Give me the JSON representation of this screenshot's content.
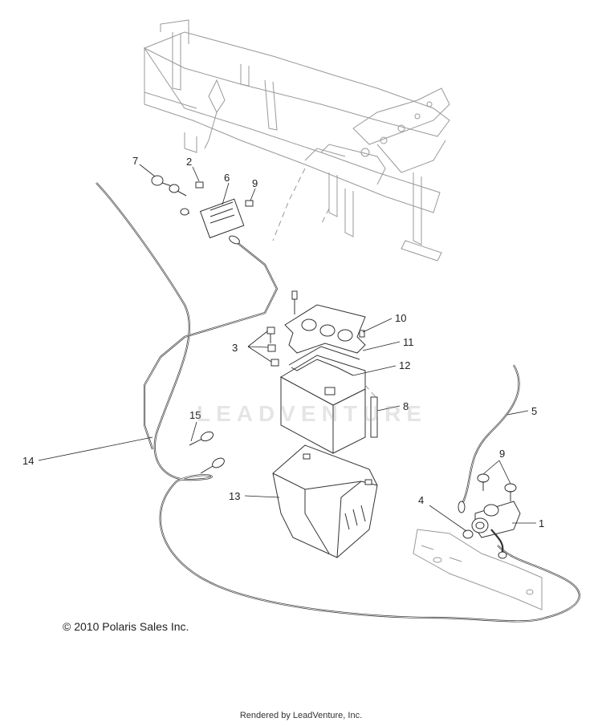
{
  "callouts": [
    "1",
    "2",
    "3",
    "4",
    "5",
    "6",
    "7",
    "8",
    "9",
    "10",
    "11",
    "12",
    "13",
    "14",
    "15"
  ],
  "copyright": "© 2010 Polaris Sales Inc.",
  "watermark": "LEADVENTURE",
  "footer": "Rendered by LeadVenture, Inc."
}
